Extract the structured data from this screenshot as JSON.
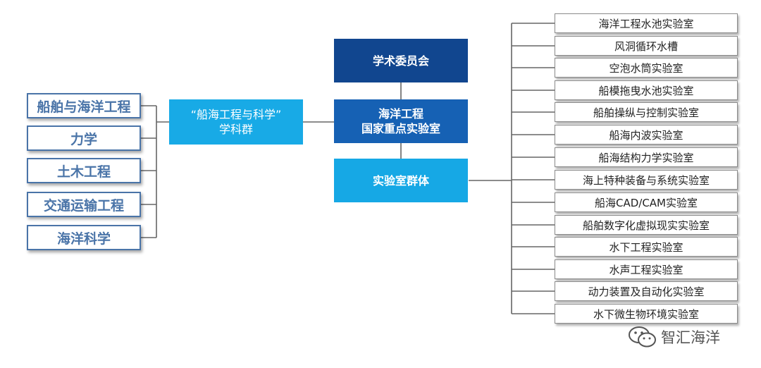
{
  "left_disciplines": [
    "船舶与海洋工程",
    "力学",
    "土木工程",
    "交通运输工程",
    "海洋科学"
  ],
  "discipline_group": {
    "line1": "“船海工程与科学”",
    "line2": "学科群"
  },
  "academic_committee": "学术委员会",
  "national_lab": {
    "line1": "海洋工程",
    "line2": "国家重点实验室"
  },
  "lab_cluster": "实验室群体",
  "labs": [
    "海洋工程水池实验室",
    "风洞循环水槽",
    "空泡水筒实验室",
    "船模拖曳水池实验室",
    "船舶操纵与控制实验室",
    "船海内波实验室",
    "船海结构力学实验室",
    "海上特种装备与系统实验室",
    "船海CAD/CAM实验室",
    "船舶数字化虚拟现实实验室",
    "水下工程实验室",
    "水声工程实验室",
    "动力装置及自动化实验室",
    "水下微生物环境实验室"
  ],
  "watermark": {
    "text": "智汇海洋",
    "icon": "wechat-icon"
  },
  "colors": {
    "dark_blue": "#11468f",
    "mid_blue": "#1661b4",
    "light_blue": "#16a8e5",
    "left_border": "#4a74a8"
  }
}
